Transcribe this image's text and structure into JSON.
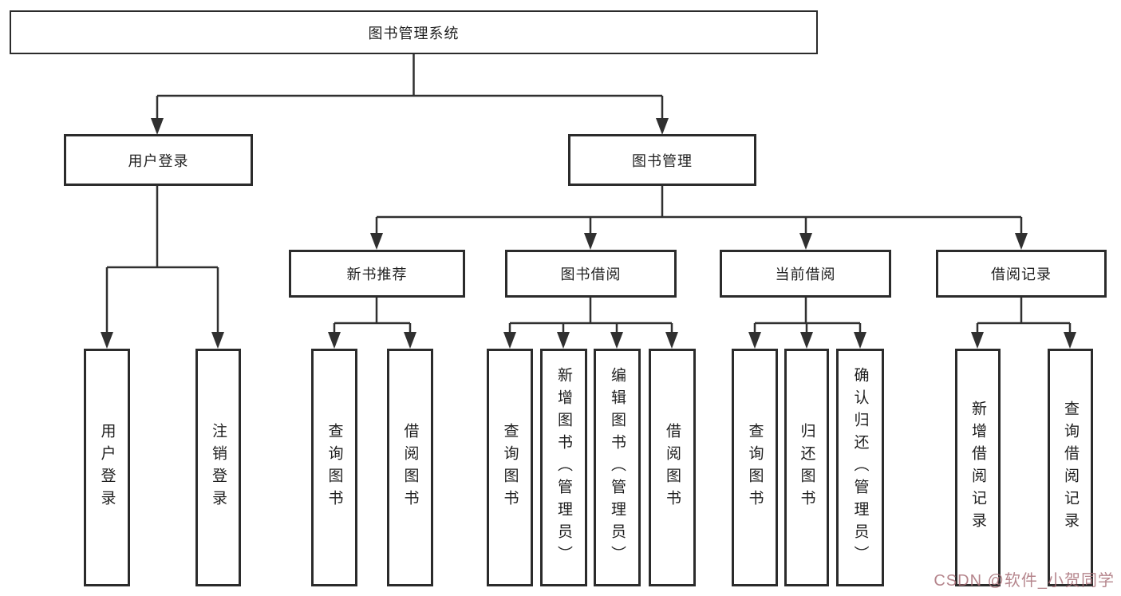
{
  "diagram_title": "图书管理系统",
  "nodes": {
    "root": "图书管理系统",
    "user_login": "用户登录",
    "book_management": "图书管理",
    "new_book_recommend": "新书推荐",
    "book_borrowing": "图书借阅",
    "current_borrowing": "当前借阅",
    "borrowing_records": "借阅记录",
    "leaf_user_login": "用户登录",
    "leaf_logout": "注销登录",
    "nbr_query_books": "查询图书",
    "nbr_borrow_books": "借阅图书",
    "bb_query_books": "查询图书",
    "bb_add_books": "新增图书（管理员）",
    "bb_edit_books": "编辑图书（管理员）",
    "bb_borrow_books": "借阅图书",
    "cb_query_books": "查询图书",
    "cb_return_books": "归还图书",
    "cb_confirm_return": "确认归还（管理员）",
    "br_add_record": "新增借阅记录",
    "br_query_record": "查询借阅记录"
  },
  "watermark": "CSDN @软件_小贺同学",
  "colors": {
    "line": "#303030",
    "box_border": "#2b2b2b",
    "text": "#1f1f1f",
    "watermark": "#a87078",
    "background": "#ffffff"
  }
}
